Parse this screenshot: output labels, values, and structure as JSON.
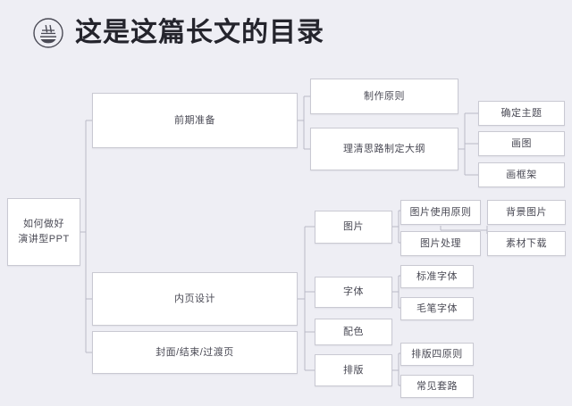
{
  "header": {
    "logo_icon": "circle-logo-icon",
    "title": "这是这篇长文的目录"
  },
  "colors": {
    "background": "#eeeef4",
    "node_fill": "#ffffff",
    "node_border": "#c9c9d2",
    "connector": "#b9b9c6",
    "title_text": "#24242c",
    "node_text": "#4a4a55"
  },
  "diagram": {
    "type": "mindmap",
    "root": {
      "label": "如何做好\n演讲型PPT",
      "line1": "如何做好",
      "line2": "演讲型PPT"
    },
    "nodes": {
      "n_root": "如何做好演讲型PPT",
      "n_prep": "前期准备",
      "n_principle": "制作原则",
      "n_outline": "理清思路制定大纲",
      "n_theme": "确定主题",
      "n_draw": "画图",
      "n_frame": "画框架",
      "n_inner": "内页设计",
      "n_cover": "封面/结束/过渡页",
      "n_image": "图片",
      "n_font": "字体",
      "n_color": "配色",
      "n_layout": "排版",
      "n_img_rule": "图片使用原则",
      "n_img_edit": "图片处理",
      "n_bg_img": "背景图片",
      "n_asset_dl": "素材下载",
      "n_std_font": "标准字体",
      "n_brush_font": "毛笔字体",
      "n_layout_rule": "排版四原则",
      "n_common": "常见套路"
    },
    "hierarchy": [
      {
        "label": "前期准备",
        "children": [
          {
            "label": "制作原则",
            "children": []
          },
          {
            "label": "理清思路制定大纲",
            "children": [
              {
                "label": "确定主题"
              },
              {
                "label": "画图"
              },
              {
                "label": "画框架"
              }
            ]
          }
        ]
      },
      {
        "label": "内页设计",
        "children": [
          {
            "label": "图片",
            "children": [
              {
                "label": "图片使用原则",
                "children": [
                  {
                    "label": "背景图片"
                  }
                ]
              },
              {
                "label": "图片处理",
                "children": [
                  {
                    "label": "素材下载"
                  }
                ]
              }
            ]
          },
          {
            "label": "字体",
            "children": [
              {
                "label": "标准字体"
              },
              {
                "label": "毛笔字体"
              }
            ]
          },
          {
            "label": "配色",
            "children": []
          },
          {
            "label": "排版",
            "children": [
              {
                "label": "排版四原则"
              },
              {
                "label": "常见套路"
              }
            ]
          }
        ]
      },
      {
        "label": "封面/结束/过渡页",
        "children": []
      }
    ]
  }
}
